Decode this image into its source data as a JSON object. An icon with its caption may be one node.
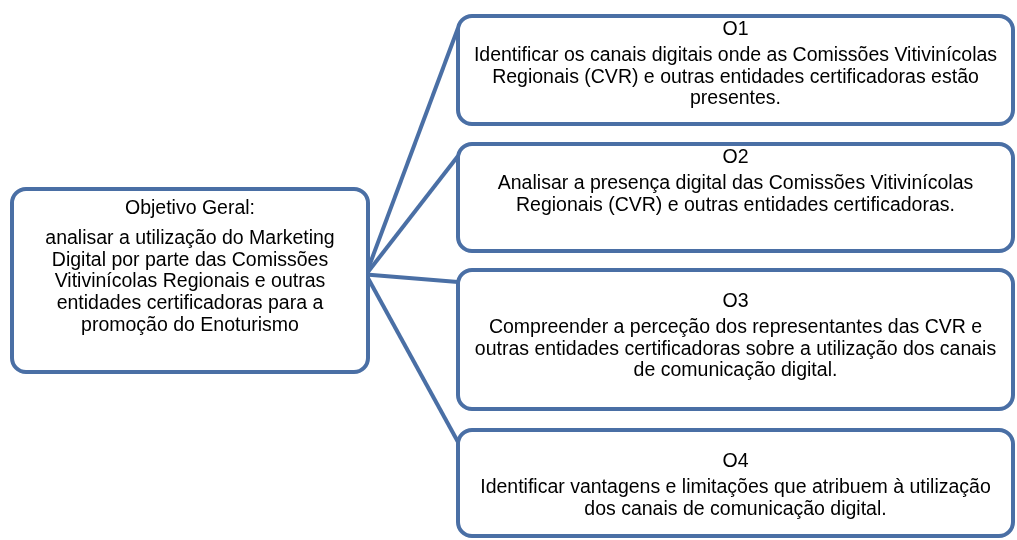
{
  "diagram": {
    "nodes": [
      {
        "text": [
          "Objetivo Geral:",
          "analisar a utilização do Marketing Digital por parte das Comissões Vitivinícolas Regionais e outras entidades certificadoras para a promoção do Enoturismo"
        ]
      },
      {
        "text": [
          "O1",
          "Identificar os canais digitais onde as Comissões Vitivinícolas Regionais (CVR) e outras entidades certificadoras estão presentes."
        ]
      },
      {
        "text": [
          "O2",
          "Analisar a presença digital das Comissões Vitivinícolas Regionais (CVR) e outras entidades certificadoras."
        ]
      },
      {
        "text": [
          "O3",
          "Compreender a perceção dos representantes das CVR e outras entidades certificadoras sobre a utilização dos canais de comunicação digital."
        ]
      },
      {
        "text": [
          "O4",
          "Identificar vantagens e limitações que atribuem à utilização dos canais de comunicação digital."
        ]
      }
    ],
    "edges": [
      {
        "from": 0,
        "to": 1,
        "arrow": "none"
      },
      {
        "from": 0,
        "to": 2,
        "arrow": "none"
      },
      {
        "from": 0,
        "to": 3,
        "arrow": "none"
      },
      {
        "from": 0,
        "to": 4,
        "arrow": "none"
      }
    ]
  }
}
